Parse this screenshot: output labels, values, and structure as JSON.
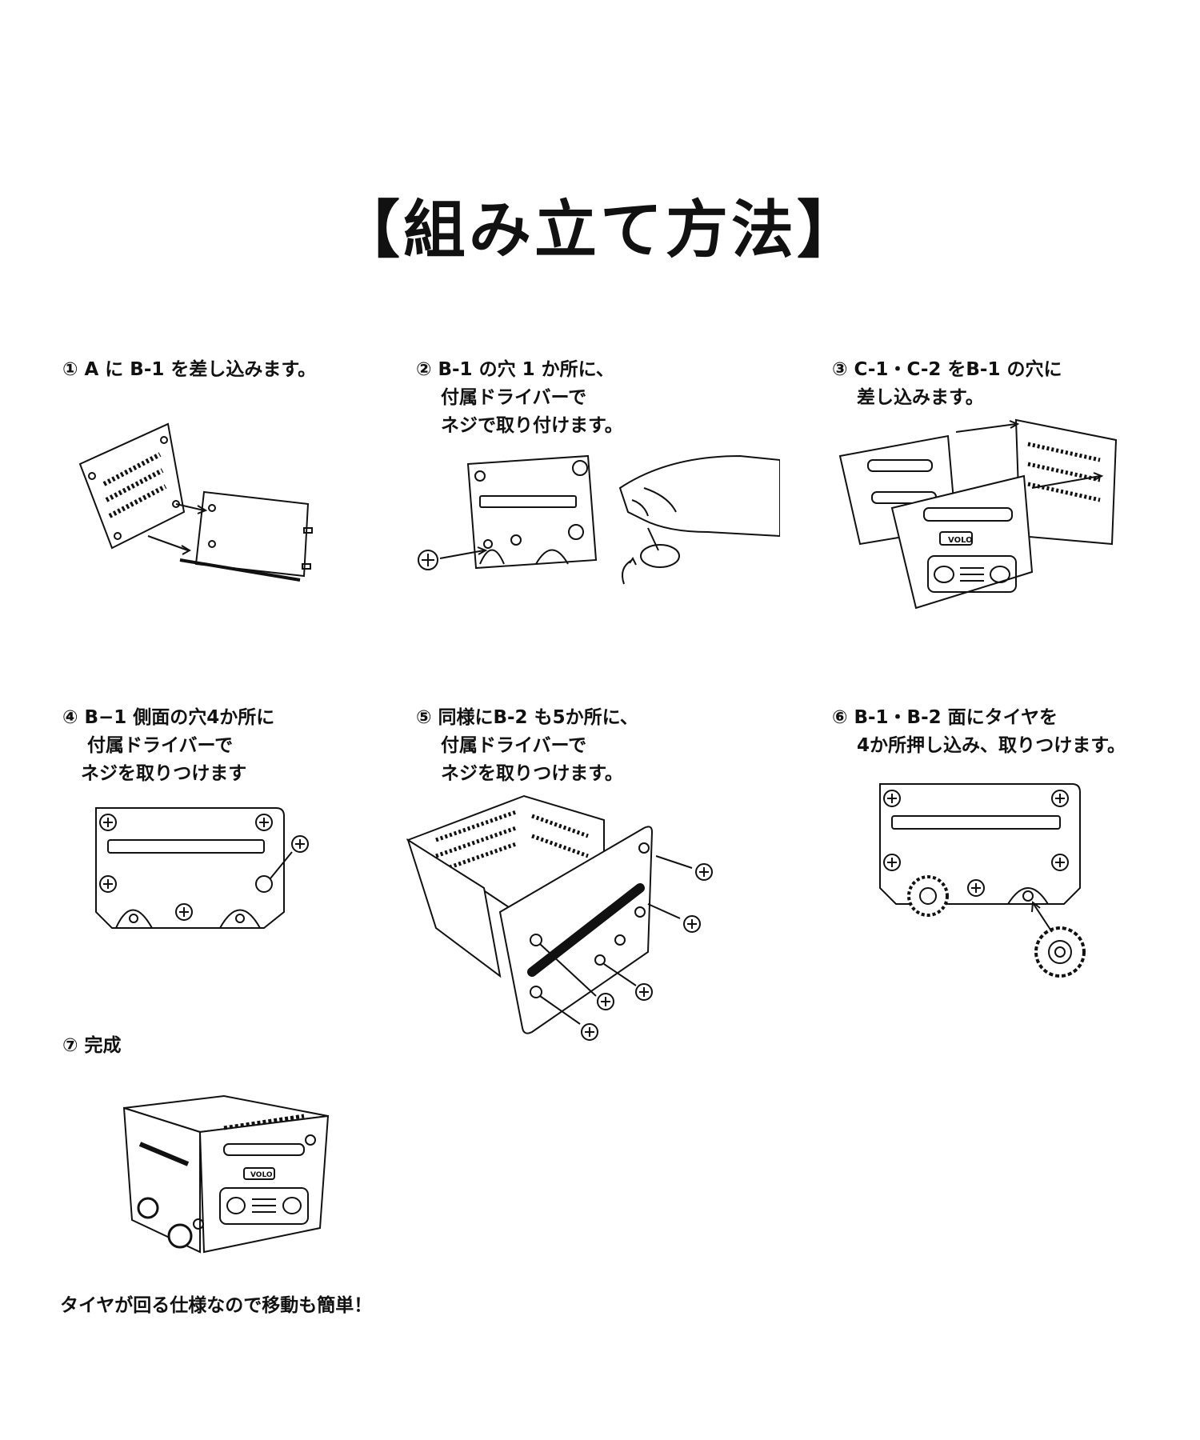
{
  "page": {
    "title": "【組み立て方法】"
  },
  "steps": [
    {
      "lines": [
        "① A に B-1 を差し込みます。"
      ]
    },
    {
      "lines": [
        "② B-1 の穴 1 か所に、",
        "　 付属ドライバーで",
        "　 ネジで取り付けます。"
      ]
    },
    {
      "lines": [
        "③ C-1・C-2 をB-1 の穴に",
        "　 差し込みます。"
      ]
    },
    {
      "lines": [
        "④ B−1 側面の穴4か所に",
        "　 付属ドライバーで",
        "　ネジを取りつけます"
      ]
    },
    {
      "lines": [
        "⑤ 同様にB-2 も5か所に、",
        "　 付属ドライバーで",
        "　 ネジを取りつけます。"
      ]
    },
    {
      "lines": [
        "⑥ B-1・B-2 面にタイヤを",
        "　 4か所押し込み、取りつけます。"
      ]
    },
    {
      "lines": [
        "⑦ 完成"
      ]
    }
  ],
  "footer": {
    "note": "タイヤが回る仕様なので移動も簡単！"
  },
  "labels": {
    "logo_text": "VOLO"
  },
  "colors": {
    "ink": "#111111",
    "paper": "#ffffff"
  }
}
